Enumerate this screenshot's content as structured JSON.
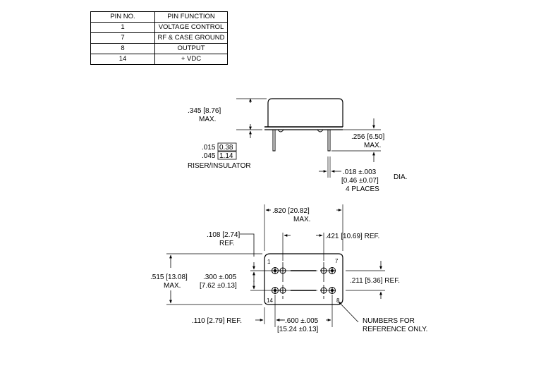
{
  "pin_table": {
    "headers": [
      "PIN NO.",
      "PIN FUNCTION"
    ],
    "rows": [
      {
        "pin": "1",
        "function": "VOLTAGE CONTROL"
      },
      {
        "pin": "7",
        "function": "RF & CASE GROUND"
      },
      {
        "pin": "8",
        "function": "OUTPUT"
      },
      {
        "pin": "14",
        "function": "+ VDC"
      }
    ]
  },
  "side_view": {
    "height_dim": ".345 [8.76]",
    "height_max": "MAX.",
    "riser_dim_a": ".015",
    "riser_dim_a_mm": "0.38",
    "riser_dim_b": ".045",
    "riser_dim_b_mm": "1.14",
    "riser_label": "RISER/INSULATOR",
    "lead_length_dim": ".256 [6.50]",
    "lead_length_max": "MAX.",
    "lead_dia_dim": ".018 ±.003",
    "lead_dia_label": "DIA.",
    "lead_dia_mm": "[0.46 ±0.07]",
    "lead_count": "4 PLACES"
  },
  "bottom_view": {
    "width_dim": ".820 [20.82]",
    "width_max": "MAX.",
    "pin_span_ref": ".421 [10.69] REF.",
    "offset_ref": ".108 [2.74]",
    "offset_ref_label": "REF.",
    "height_dim": ".515 [13.08]",
    "height_max": "MAX.",
    "row_spacing": ".300 ±.005",
    "row_spacing_mm": "[7.62 ±0.13]",
    "vertical_ref": ".211 [5.36] REF.",
    "left_ref": ".110 [2.79] REF.",
    "pin_spacing": ".600 ±.005",
    "pin_spacing_mm": "[15.24 ±0.13]",
    "pin_labels": [
      "1",
      "7",
      "14",
      "8"
    ],
    "note_line1": "NUMBERS FOR",
    "note_line2": "REFERENCE ONLY."
  }
}
